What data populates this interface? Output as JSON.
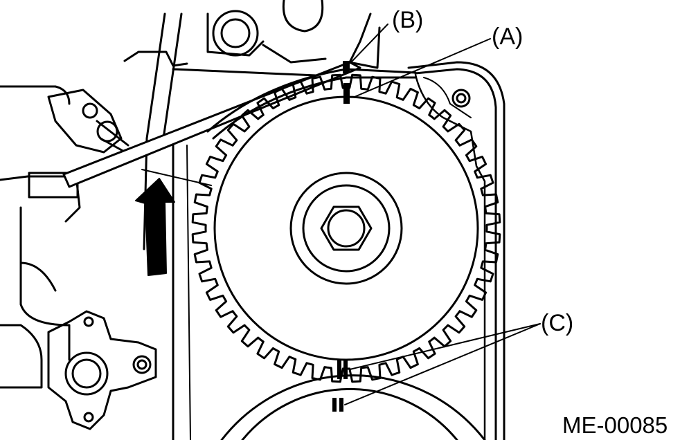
{
  "labels": {
    "a": "(A)",
    "b": "(B)",
    "c": "(C)"
  },
  "figure_code": "ME-00085",
  "colors": {
    "ink": "#000000",
    "paper": "#ffffff"
  },
  "sprocket": {
    "teeth": 48
  },
  "icons": {
    "rotation_arrow": "up-arrow-icon"
  }
}
